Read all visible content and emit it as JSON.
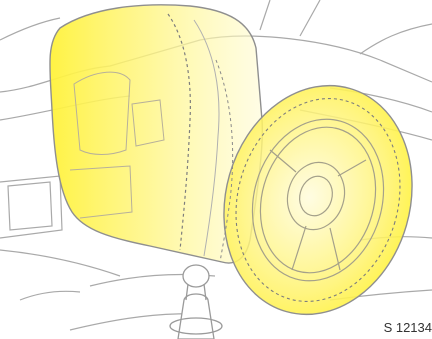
{
  "figure_code": "S 12134",
  "colors": {
    "airbag_fill": "#fff23a",
    "airbag_stroke": "#8f8f8f",
    "line_art": "#a9a9a9",
    "background": "#ffffff"
  },
  "parts": {
    "passenger_airbag": "inflated-passenger-airbag",
    "driver_airbag": "inflated-driver-airbag",
    "steering_wheel": "steering-wheel",
    "gear_lever": "gear-lever",
    "dashboard": "dashboard"
  }
}
